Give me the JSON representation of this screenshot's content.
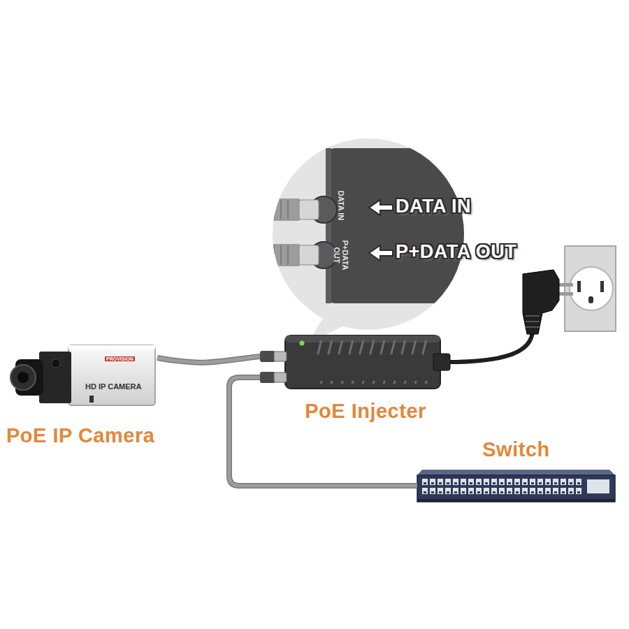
{
  "diagram": {
    "nodes": [
      {
        "text": [
          "PoE IP Camera"
        ]
      },
      {
        "text": [
          "PoE Injecter"
        ]
      },
      {
        "text": [
          "Switch"
        ]
      }
    ],
    "edges": [
      {
        "from": 0,
        "to": 1,
        "arrow": "none"
      },
      {
        "from": 1,
        "to": 2,
        "arrow": "none"
      }
    ],
    "labels": [
      "DATA IN",
      "P+DATA OUT",
      "DATA IN",
      "P+DATA OUT",
      "HD IP CAMERA",
      "PROVISION"
    ]
  }
}
